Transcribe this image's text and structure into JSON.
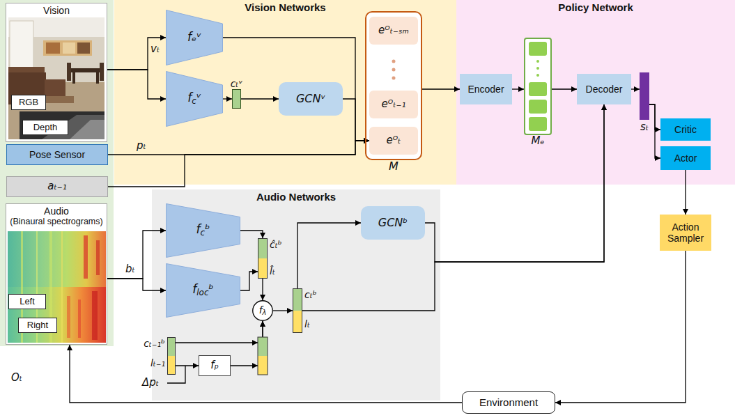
{
  "diagram": {
    "nodes": [
      {
        "text": [
          "Vision"
        ]
      },
      {
        "text": [
          "RGB"
        ],
        "in": 0
      },
      {
        "text": [
          "Depth"
        ],
        "in": 0
      },
      {
        "text": [
          "Pose Sensor"
        ]
      },
      {
        "text": [
          "aₜ₋₁"
        ]
      },
      {
        "text": [
          "Audio",
          "(Binaural spectrograms)"
        ]
      },
      {
        "text": [
          "Left"
        ],
        "in": 5
      },
      {
        "text": [
          "Right"
        ],
        "in": 5
      },
      {
        "text": [
          "Vision Networks"
        ]
      },
      {
        "text": [
          "fₑᵛ"
        ],
        "in": 8
      },
      {
        "text": [
          "fcᵛ"
        ],
        "in": 8
      },
      {
        "text": [
          "cₜᵛ"
        ],
        "in": 8
      },
      {
        "text": [
          "GCNᵛ"
        ],
        "in": 8
      },
      {
        "text": [
          "M"
        ],
        "in": 8
      },
      {
        "text": [
          "eᴼₜ₋ₛₘ"
        ],
        "in": 13
      },
      {
        "text": [
          "eᴼₜ₋₁"
        ],
        "in": 13
      },
      {
        "text": [
          "eᴼₜ"
        ],
        "in": 13
      },
      {
        "text": [
          "Policy Network"
        ]
      },
      {
        "text": [
          "Encoder"
        ],
        "in": 17
      },
      {
        "text": [
          "Mₑ"
        ],
        "in": 17
      },
      {
        "text": [
          "Decoder"
        ],
        "in": 17
      },
      {
        "text": [
          "sₜ"
        ],
        "in": 17
      },
      {
        "text": [
          "Critic"
        ],
        "in": 17
      },
      {
        "text": [
          "Actor"
        ],
        "in": 17
      },
      {
        "text": [
          "Audio Networks"
        ]
      },
      {
        "text": [
          "fcᵇ"
        ],
        "in": 24
      },
      {
        "text": [
          "flocᵇ"
        ],
        "in": 24
      },
      {
        "text": [
          "ĉₜᵇ",
          "l̂ₜ"
        ],
        "in": 24
      },
      {
        "text": [
          "fλ"
        ],
        "in": 24
      },
      {
        "text": [
          "cₜᵇ",
          "lₜ"
        ],
        "in": 24
      },
      {
        "text": [
          "GCNᵇ"
        ],
        "in": 24
      },
      {
        "text": [
          "cₜ₋₁ᵇ",
          "lₜ₋₁"
        ],
        "in": 24
      },
      {
        "text": [
          "fₚ"
        ],
        "in": 24
      },
      {
        "text": [
          "Action Sampler"
        ]
      },
      {
        "text": [
          "Environment"
        ]
      }
    ],
    "edges": [
      {
        "from": 0,
        "to": 9,
        "arrow": "to"
      },
      {
        "from": 0,
        "to": 10,
        "arrow": "to"
      },
      {
        "from": 9,
        "to": 16,
        "arrow": "to"
      },
      {
        "from": 10,
        "to": 11,
        "arrow": "to"
      },
      {
        "from": 11,
        "to": 12,
        "arrow": "to"
      },
      {
        "from": 12,
        "to": 16,
        "arrow": "to"
      },
      {
        "from": 3,
        "to": 16,
        "arrow": "to"
      },
      {
        "from": 4,
        "to": 16,
        "arrow": "to"
      },
      {
        "from": 13,
        "to": 18,
        "arrow": "to"
      },
      {
        "from": 18,
        "to": 19,
        "arrow": "to"
      },
      {
        "from": 19,
        "to": 20,
        "arrow": "to"
      },
      {
        "from": 20,
        "to": 21,
        "arrow": "to"
      },
      {
        "from": 21,
        "to": 22,
        "arrow": "to"
      },
      {
        "from": 21,
        "to": 23,
        "arrow": "to"
      },
      {
        "from": 23,
        "to": 33,
        "arrow": "to"
      },
      {
        "from": 33,
        "to": 34,
        "arrow": "to"
      },
      {
        "from": 34,
        "to": 5,
        "arrow": "to"
      },
      {
        "from": 5,
        "to": 25,
        "arrow": "to"
      },
      {
        "from": 5,
        "to": 26,
        "arrow": "to"
      },
      {
        "from": 25,
        "to": 27,
        "arrow": "to"
      },
      {
        "from": 26,
        "to": 27,
        "arrow": "to"
      },
      {
        "from": 27,
        "to": 28,
        "arrow": "to"
      },
      {
        "from": 31,
        "to": 28,
        "arrow": "to"
      },
      {
        "from": 31,
        "to": 32,
        "arrow": "to"
      },
      {
        "from": 32,
        "to": 28,
        "arrow": "to"
      },
      {
        "from": 28,
        "to": 29,
        "arrow": "to"
      },
      {
        "from": 29,
        "to": 30,
        "arrow": "to"
      },
      {
        "from": 30,
        "to": 20,
        "arrow": "to"
      },
      {
        "from": 29,
        "to": 20,
        "arrow": "to"
      }
    ],
    "labels": [
      "vₜ",
      "pₜ",
      "bₜ",
      "Δpₜ",
      "Oₜ"
    ]
  }
}
